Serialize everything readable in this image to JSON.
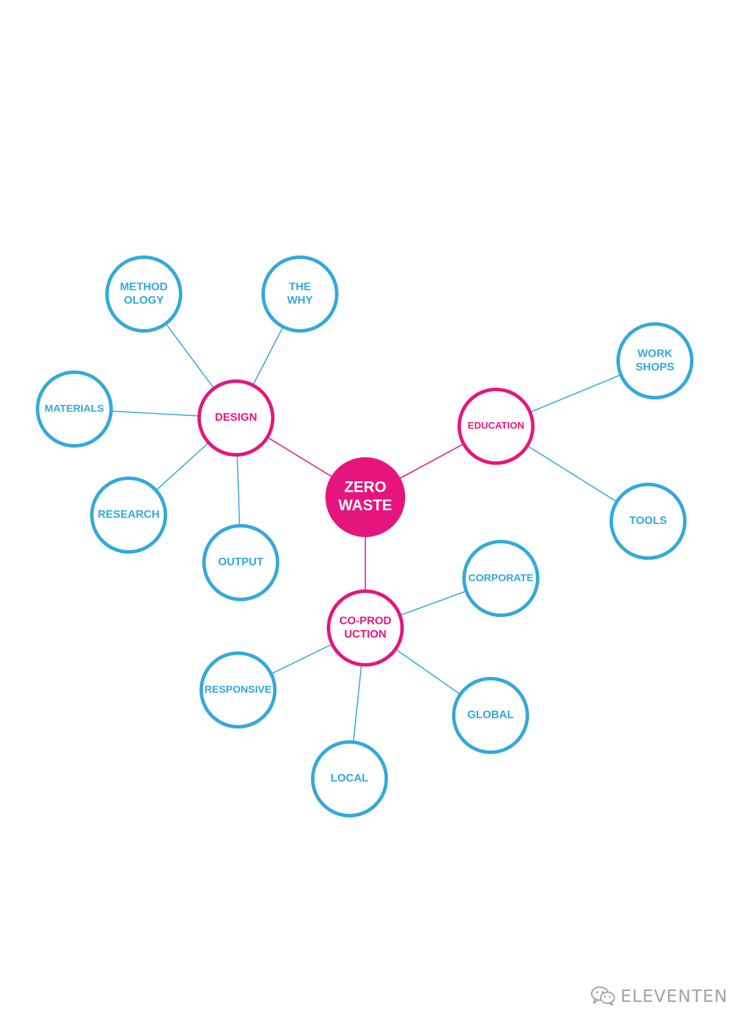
{
  "colors": {
    "hub": "#e6157e",
    "leaf": "#33a9da",
    "hub_text": "#e6157e",
    "center_text": "#ffffff",
    "leaf_text": "#33a9da"
  },
  "center": {
    "id": "zero-waste",
    "lines": [
      "ZERO",
      "WASTE"
    ]
  },
  "hubs": [
    {
      "id": "design",
      "lines": [
        "DESIGN"
      ]
    },
    {
      "id": "education",
      "lines": [
        "EDUCATION"
      ]
    },
    {
      "id": "co-production",
      "lines": [
        "CO-PROD",
        "UCTION"
      ]
    }
  ],
  "leaves": [
    {
      "id": "methodology",
      "hub": "design",
      "lines": [
        "METHOD",
        "OLOGY"
      ]
    },
    {
      "id": "the-why",
      "hub": "design",
      "lines": [
        "THE",
        "WHY"
      ]
    },
    {
      "id": "materials",
      "hub": "design",
      "lines": [
        "MATERIALS"
      ]
    },
    {
      "id": "research",
      "hub": "design",
      "lines": [
        "RESEARCH"
      ]
    },
    {
      "id": "output",
      "hub": "design",
      "lines": [
        "OUTPUT"
      ]
    },
    {
      "id": "workshops",
      "hub": "education",
      "lines": [
        "WORK",
        "SHOPS"
      ]
    },
    {
      "id": "tools",
      "hub": "education",
      "lines": [
        "TOOLS"
      ]
    },
    {
      "id": "corporate",
      "hub": "co-production",
      "lines": [
        "CORPORATE"
      ]
    },
    {
      "id": "responsive",
      "hub": "co-production",
      "lines": [
        "RESPONSIVE"
      ]
    },
    {
      "id": "global",
      "hub": "co-production",
      "lines": [
        "GLOBAL"
      ]
    },
    {
      "id": "local",
      "hub": "co-production",
      "lines": [
        "LOCAL"
      ]
    }
  ],
  "watermark": {
    "icon": "wechat-icon",
    "text": "ELEVENTEN"
  }
}
